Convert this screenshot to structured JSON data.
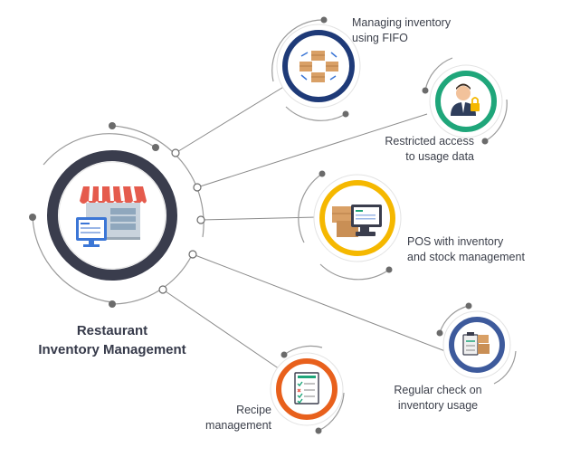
{
  "title": {
    "line1": "Restaurant",
    "line2": "Inventory Management"
  },
  "nodes": [
    {
      "id": "fifo",
      "lines": [
        "Managing inventory",
        "using FIFO"
      ],
      "ring_color": "#1e3a78",
      "icon": "boxes-cycle-icon"
    },
    {
      "id": "restricted",
      "lines": [
        "Restricted access",
        "to usage data"
      ],
      "ring_color": "#1fa67a",
      "icon": "user-lock-icon"
    },
    {
      "id": "pos",
      "lines": [
        "POS with inventory",
        "and stock management"
      ],
      "ring_color": "#f5b800",
      "icon": "pos-terminal-icon"
    },
    {
      "id": "regular",
      "lines": [
        "Regular check on",
        "inventory usage"
      ],
      "ring_color": "#3d5a9c",
      "icon": "clipboard-boxes-icon"
    },
    {
      "id": "recipe",
      "lines": [
        "Recipe",
        "management"
      ],
      "ring_color": "#e8601c",
      "icon": "checklist-icon"
    }
  ],
  "colors": {
    "hub_ring": "#3a3d4d",
    "connector": "#8a8a8a",
    "dot": "#6b6b6b"
  }
}
